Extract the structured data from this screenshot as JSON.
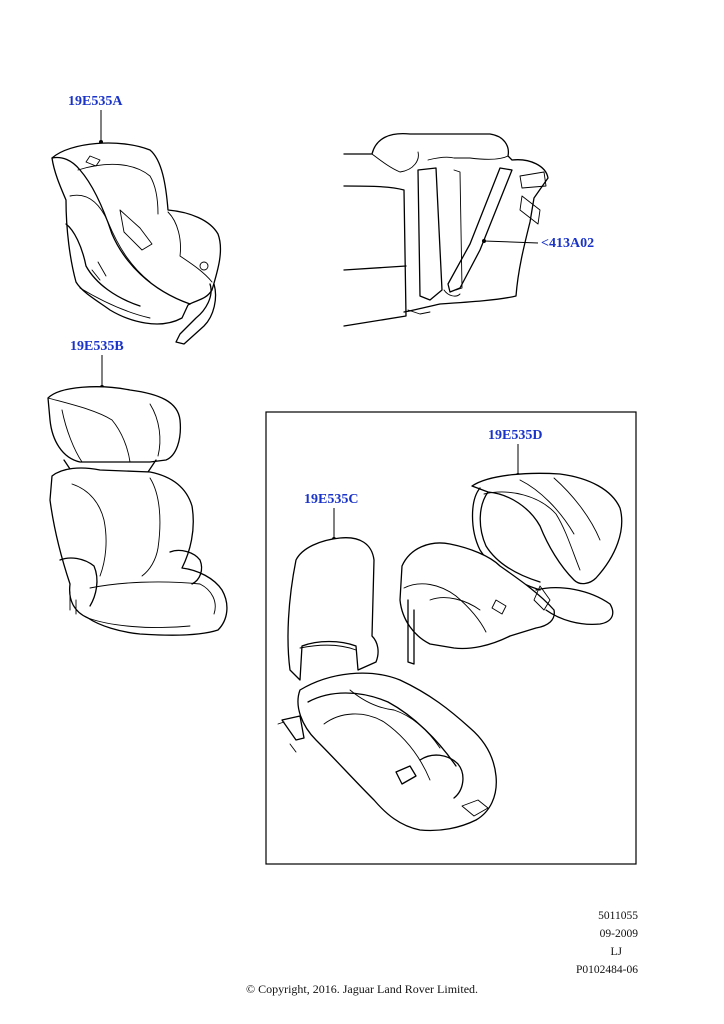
{
  "callouts": {
    "seat_a": "19E535A",
    "seat_b": "19E535B",
    "seat_c": "19E535C",
    "seat_d": "19E535D",
    "anchor": "<413A02"
  },
  "footer": {
    "line1": "5011055",
    "line2": "09-2009",
    "line3": "LJ",
    "line4": "P0102484-06",
    "copyright": "© Copyright, 2016. Jaguar Land Rover Limited."
  },
  "colors": {
    "callout_text": "#1a33c8",
    "line_art": "#000000",
    "background": "#ffffff"
  }
}
